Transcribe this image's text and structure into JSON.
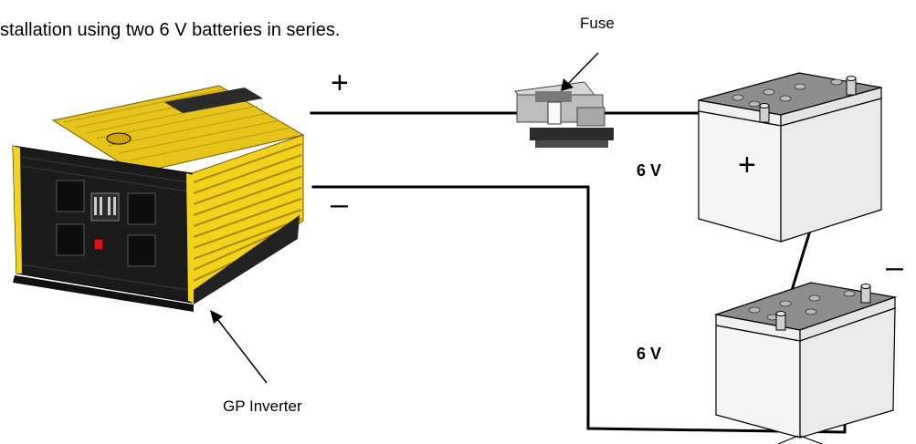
{
  "caption": "stallation using two 6 V batteries in series.",
  "labels": {
    "fuse": "Fuse",
    "inverter": "GP Inverter",
    "inverter_positive": "+",
    "inverter_negative": "–",
    "battery_top_positive": "+",
    "battery_bottom_negative": "–"
  },
  "batteries": [
    {
      "voltage": "6 V"
    },
    {
      "voltage": "6 V"
    }
  ],
  "colors": {
    "inverter_body": "#f2d21b",
    "inverter_panel": "#1a1a1a",
    "wire": "#000000",
    "battery_body": "#f4f4f4",
    "battery_top": "#8d8d8d"
  }
}
